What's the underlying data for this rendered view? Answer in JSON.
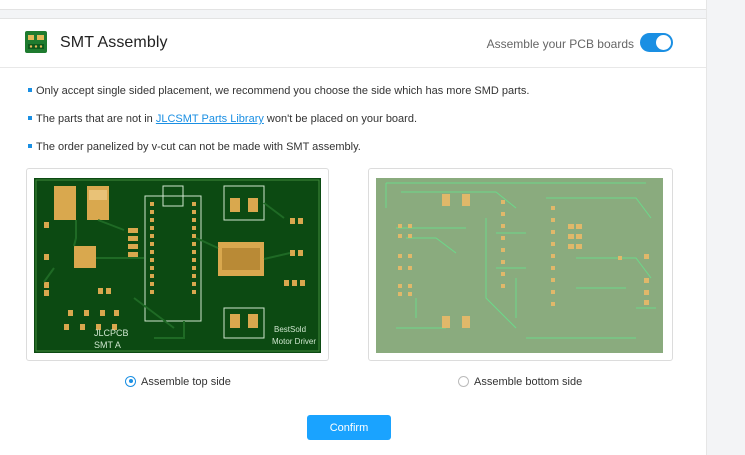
{
  "header": {
    "title": "SMT Assembly",
    "toggle_label": "Assemble your PCB boards",
    "toggle_on": true
  },
  "notes": [
    {
      "text": "Only accept single sided placement, we recommend you choose the side which has more SMD parts."
    },
    {
      "before": "The parts that are not in ",
      "link": "JLCSMT Parts Library",
      "after": " won't be placed on your board."
    },
    {
      "text": "The order panelized by v-cut can not be made with SMT assembly."
    }
  ],
  "top_preview": {
    "silk_left_1": "JLCPCB",
    "silk_left_2": "SMT A",
    "silk_right_1": "BestSold",
    "silk_right_2": "Motor Driver",
    "colors": {
      "board": "#0c4a12",
      "pads": "#d9a84e",
      "silk": "#cfe6cf"
    }
  },
  "bottom_preview": {
    "colors": {
      "board": "#8aab7e",
      "traces": "#6cd98a",
      "pads": "#e0b86a"
    }
  },
  "options": {
    "top_label": "Assemble top side",
    "bottom_label": "Assemble bottom side",
    "selected": "top"
  },
  "confirm_label": "Confirm",
  "colors": {
    "accent": "#1a8fe3",
    "button": "#1aa3ff"
  }
}
